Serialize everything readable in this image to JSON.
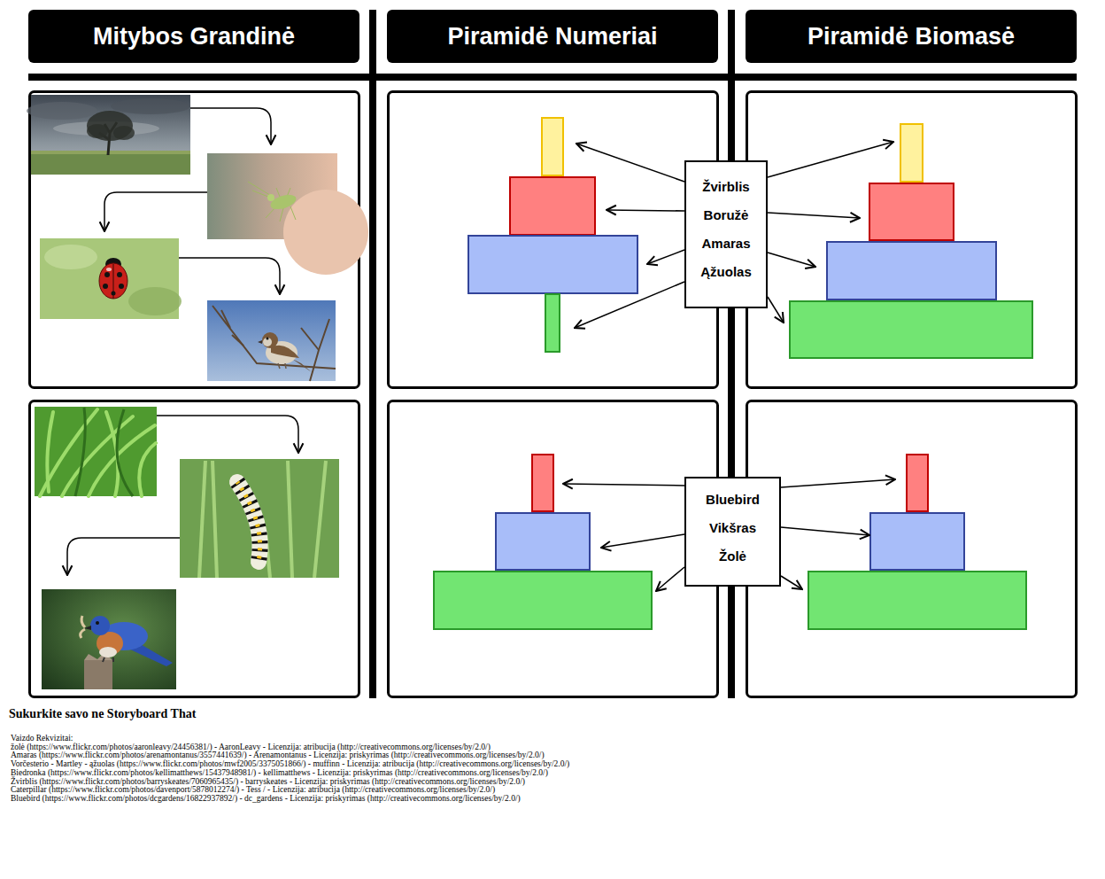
{
  "diagram": {
    "nodes": [
      {
        "text": [
          "Mitybos Grandinė"
        ]
      },
      {
        "text": [
          "Piramidė Numeriai"
        ]
      },
      {
        "text": [
          "Piramidė Biomasė"
        ]
      },
      {
        "text": [
          "Žvirblis",
          "Boružė",
          "Amaras",
          "Ąžuolas"
        ]
      },
      {
        "text": [
          "Bluebird",
          "Vikšras",
          "Žolė"
        ]
      }
    ],
    "labels": [
      "Sukurkite savo ne Storyboard That",
      "Vaizdo Rekvizitai:",
      "žolė (https://www.flickr.com/photos/aaronleavy/24456381/) - AaronLeavy - Licenzija: atribucija (http://creativecommons.org/licenses/by/2.0/)",
      "Amaras (https://www.flickr.com/photos/arenamontanus/3557441639/) - Arenamontanus - Licenzija: priskyrimas (http://creativecommons.org/licenses/by/2.0/)",
      "Vorčesterio - Martley - ąžuolas (https://www.flickr.com/photos/mwf2005/3375051866/) - muffinn - Licenzija: atribucija (http://creativecommons.org/licenses/by/2.0/)",
      "Biedronka (https://www.flickr.com/photos/kellimatthews/15437948981/) - kellimatthews - Licenzija: priskyrimas (http://creativecommons.org/licenses/by/2.0/)",
      "Žvirblis (https://www.flickr.com/photos/barryskeates/7060965435/) - barryskeates - Licenzija: priskyrimas (http://creativecommons.org/licenses/by/2.0/)",
      "Caterpillar (https://www.flickr.com/photos/davenport/5878012274/) - Tess / - Licenzija: atribucija (http://creativecommons.org/licenses/by/2.0/)",
      "Bluebird (https://www.flickr.com/photos/dcgardens/16822937892/) - dc_gardens - Licenzija: priskyrimas (http://creativecommons.org/licenses/by/2.0/)"
    ]
  }
}
